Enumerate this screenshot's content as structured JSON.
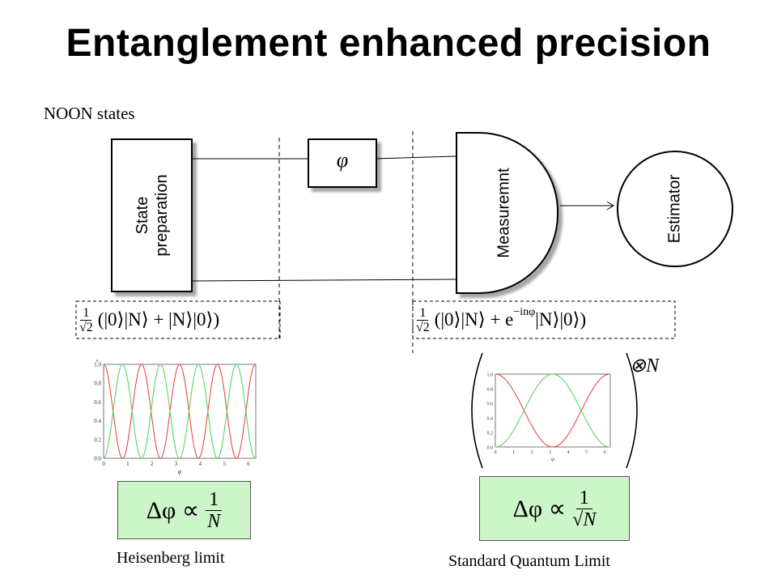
{
  "title": "Entanglement enhanced precision",
  "subtitle": "NOON states",
  "blocks": {
    "state_preparation": "State\npreparation",
    "phase": "φ",
    "measurement": "Measuremnt",
    "estimator": "Estimator"
  },
  "states": {
    "input": {
      "prefix_num": "1",
      "prefix_den": "√2",
      "body": "(|0⟩|N⟩ + |N⟩|0⟩)"
    },
    "output": {
      "prefix_num": "1",
      "prefix_den": "√2",
      "body_part1": "(|0⟩|N⟩ + e",
      "exponent": "−inφ",
      "body_part2": "|N⟩|0⟩)"
    }
  },
  "plots": {
    "left": {
      "y_ticks": [
        "0.0",
        "0.2",
        "0.4",
        "0.6",
        "0.8",
        "1.0"
      ],
      "x_ticks": [
        "0",
        "1",
        "2",
        "3",
        "4",
        "5",
        "6"
      ],
      "x_label": "φ",
      "corner_label": "×",
      "series_colors": [
        "#e83a3a",
        "#4ad34a"
      ]
    },
    "right": {
      "y_ticks": [
        "0.0",
        "0.2",
        "0.4",
        "0.6",
        "0.8",
        "1.0"
      ],
      "x_ticks": [
        "0",
        "1",
        "2",
        "3",
        "4",
        "5",
        "6"
      ],
      "x_label": "φ",
      "tensor_power": "⊗N",
      "series_colors": [
        "#e83a3a",
        "#4ad34a"
      ]
    }
  },
  "formulas": {
    "left": {
      "lhs": "Δφ ∝",
      "num": "1",
      "den": "N"
    },
    "right": {
      "lhs": "Δφ ∝",
      "num": "1",
      "den": "√N"
    }
  },
  "limits": {
    "left": "Heisenberg limit",
    "right": "Standard Quantum Limit"
  },
  "colors": {
    "formula_bg": "#ccf5c8",
    "red_curve": "#e83a3a",
    "green_curve": "#4ad34a"
  }
}
